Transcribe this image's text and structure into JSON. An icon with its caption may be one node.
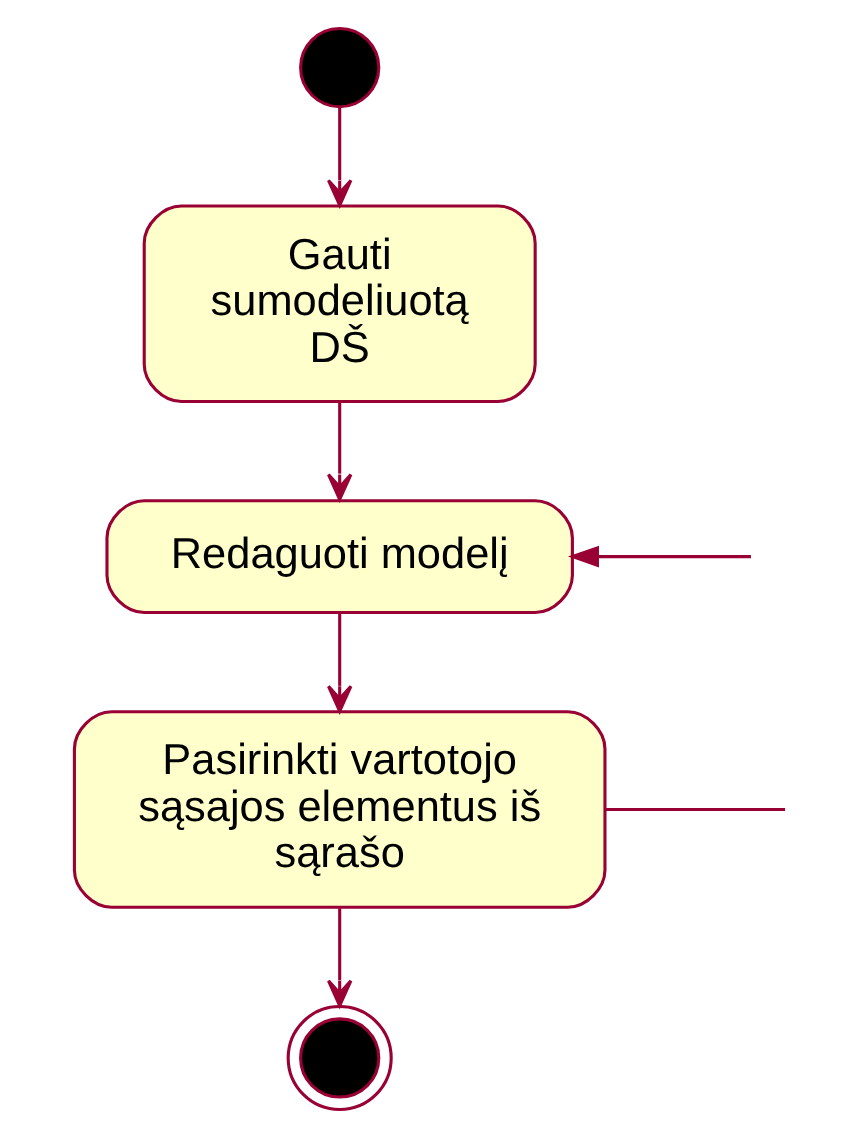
{
  "diagram": {
    "nodes": [
      {
        "text": [],
        "shape": "circle"
      },
      {
        "text": [
          "Gauti sumodeliuotą DŠ"
        ]
      },
      {
        "text": [
          "Redaguoti modelį"
        ]
      },
      {
        "text": [
          "Pasirinkti vartotojo sąsajos elementus iš sąrašo"
        ]
      },
      {
        "text": [],
        "shape": "circle"
      }
    ],
    "edges": [
      {
        "from": 0,
        "to": 1,
        "arrow": "to"
      },
      {
        "from": 1,
        "to": 2,
        "arrow": "to"
      },
      {
        "from": 2,
        "to": 3,
        "arrow": "to"
      },
      {
        "from": 3,
        "to": 4,
        "arrow": "to"
      },
      {
        "from": null,
        "to": 2,
        "arrow": "to"
      },
      {
        "from": 3,
        "to": null,
        "arrow": "none"
      }
    ]
  }
}
